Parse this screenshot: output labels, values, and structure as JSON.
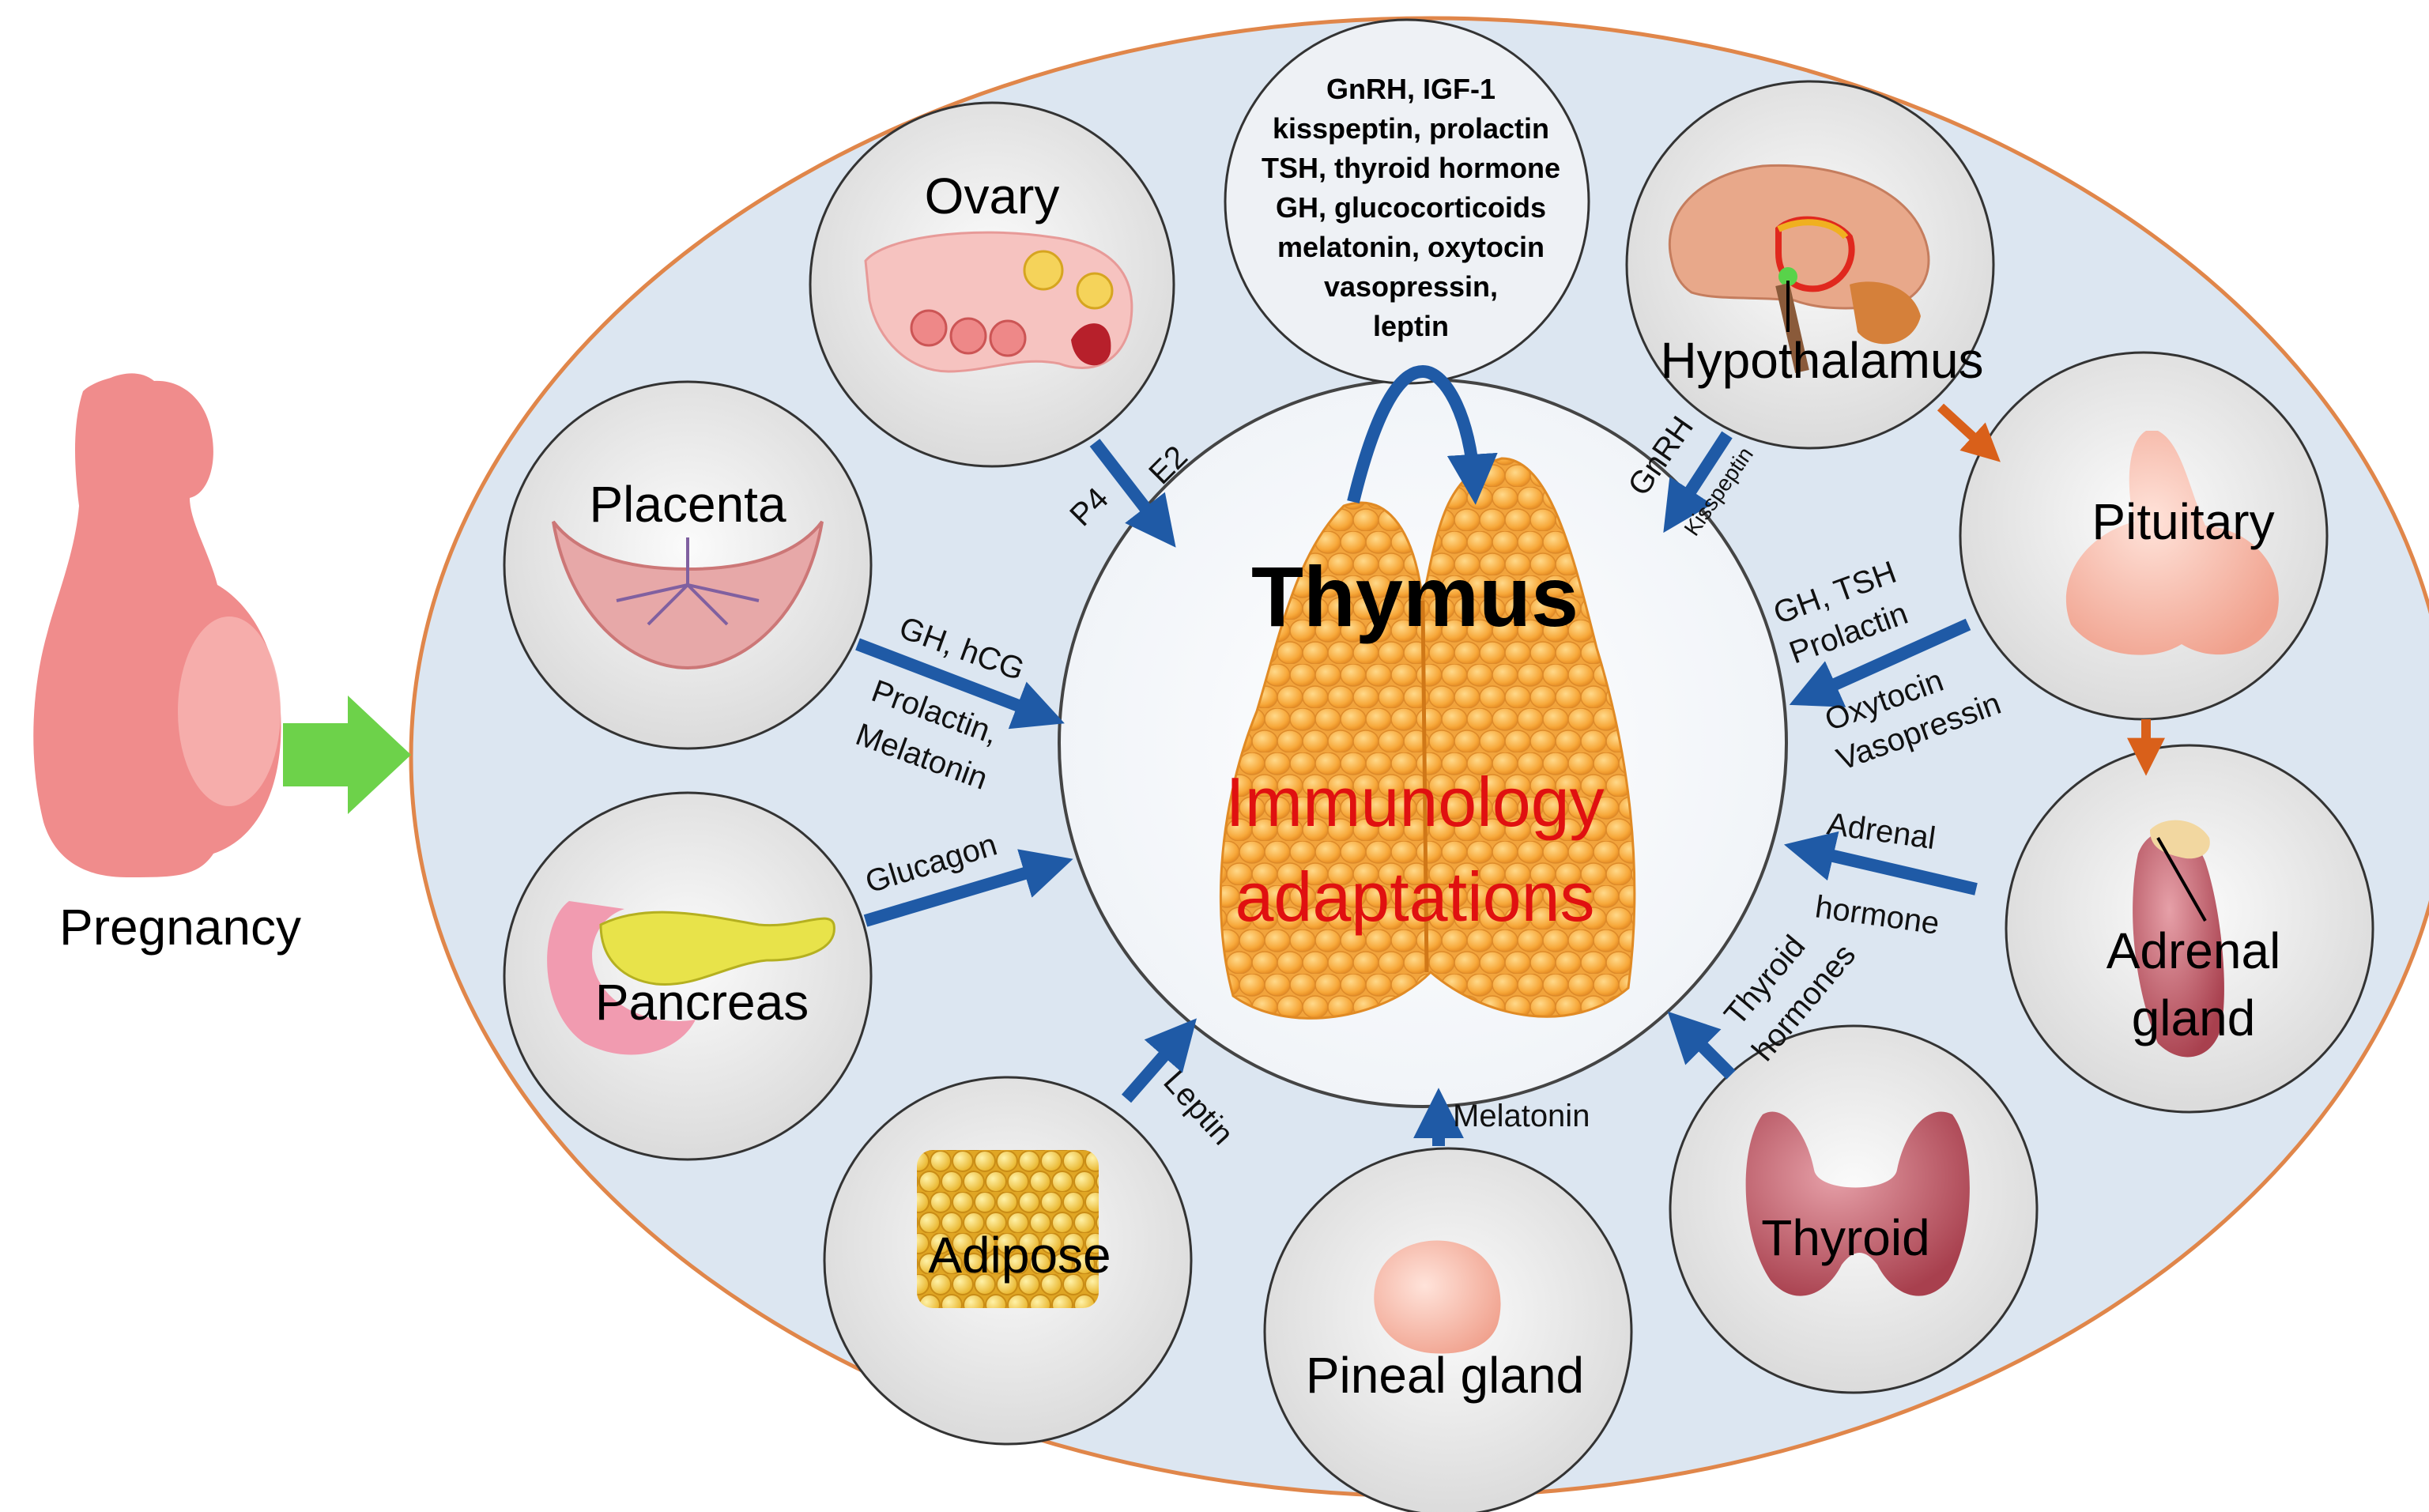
{
  "pregnancy": {
    "label": "Pregnancy"
  },
  "thymus": {
    "title": "Thymus",
    "subtitle_line1": "Immunology",
    "subtitle_line2": "adaptations"
  },
  "hormone_bubble": {
    "lines": [
      "GnRH, IGF-1",
      "kisspeptin, prolactin",
      "TSH, thyroid hormone",
      "GH, glucocorticoids",
      "melatonin, oxytocin",
      "vasopressin,",
      "leptin"
    ]
  },
  "organs": {
    "ovary": "Ovary",
    "placenta": "Placenta",
    "pancreas": "Pancreas",
    "adipose": "Adipose",
    "pineal": "Pineal gland",
    "thyroid": "Thyroid",
    "adrenal_line1": "Adrenal",
    "adrenal_line2": "gland",
    "pituitary": "Pituitary",
    "hypothalamus": "Hypothalamus"
  },
  "arrow_labels": {
    "ovary_p4": "P4",
    "ovary_e2": "E2",
    "placenta_top": "GH, hCG",
    "placenta_bottom1": "Prolactin,",
    "placenta_bottom2": "Melatonin",
    "pancreas": "Glucagon",
    "adipose": "Leptin",
    "pineal": "Melatonin",
    "thyroid1": "Thyroid",
    "thyroid2": "hormones",
    "adrenal_top": "Adrenal",
    "adrenal_bottom": "hormone",
    "pituitary_top1": "GH, TSH",
    "pituitary_top2": "Prolactin",
    "pituitary_bottom1": "Oxytocin",
    "pituitary_bottom2": "Vasopressin",
    "hypothalamus_gnrh": "GnRH",
    "hypothalamus_kiss": "Kisspeptin"
  },
  "colors": {
    "ellipse_fill": "#dce6f1",
    "ellipse_stroke": "#e0864a",
    "arrow_blue": "#1f5aa6",
    "arrow_orange": "#d9601a",
    "arrow_green": "#6dd24a",
    "thymus_red": "#e01010",
    "pregnancy_pink": "#f08c8c"
  }
}
